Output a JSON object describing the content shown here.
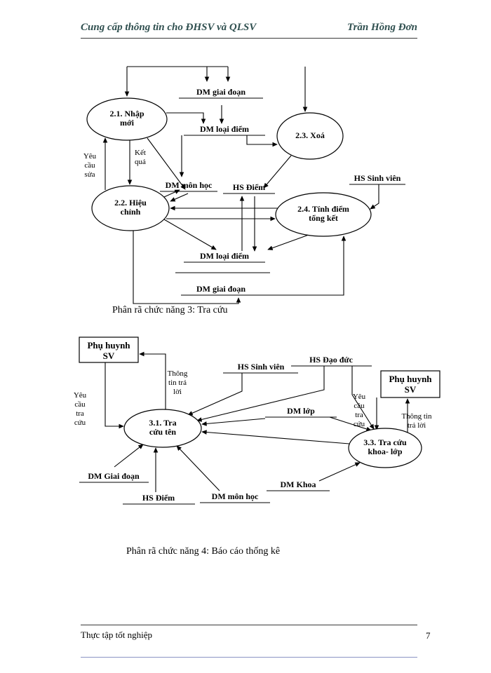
{
  "page": {
    "header_left": "Cung cấp thông tin cho ĐHSV và QLSV",
    "header_right": "Trần Hồng Đơn",
    "footer_left": "Thực tập tốt nghiệp",
    "page_number": "7"
  },
  "diagram1": {
    "caption": "Phân rã chức năng 3: Tra cứu",
    "processes": {
      "nhap_moi": "2.1. Nhập\nmới",
      "xoa": "2.3. Xoá",
      "hieu_chinh": "2.2. Hiệu\nchỉnh",
      "tinh_diem": "2.4. Tính điểm\ntổng kết"
    },
    "stores": {
      "dm_giai_doan_top": "DM giai đoạn",
      "dm_loai_diem_top": "DM loại điểm",
      "dm_mon_hoc": "DM môn học",
      "hs_diem": "HS Điểm",
      "hs_sinh_vien": "HS Sinh viên",
      "dm_loai_diem_bottom": "DM loại điểm",
      "dm_giai_doan_bottom": "DM giai đoạn"
    },
    "flows": {
      "yeu_cau_sua": "Yêu\ncầu\nsửa",
      "ket_qua": "Kết\nquả"
    }
  },
  "diagram2": {
    "caption": "Phân rã chức năng 4: Báo cáo thống kê",
    "entities": {
      "phu_huynh_left": "Phụ huynh\nSV",
      "phu_huynh_right": "Phụ huynh\nSV"
    },
    "processes": {
      "tra_cuu_ten": "3.1. Tra\ncứu tên",
      "tra_cuu_khoa_lop": "3.3. Tra cứu\nkhoa- lớp"
    },
    "stores": {
      "hs_sinh_vien": "HS Sinh viên",
      "hs_dao_duc": "HS Đạo đức",
      "dm_lop": "DM lớp",
      "dm_giai_doan": "DM Giai đoạn",
      "hs_diem": "HS Điểm",
      "dm_mon_hoc": "DM môn học",
      "dm_khoa": "DM Khoa"
    },
    "flows": {
      "yeu_cau_tra_cuu_left": "Yêu\ncầu\ntra\ncứu",
      "thong_tin_tra_loi_left": "Thông\ntin trả\nlời",
      "yeu_cau_tra_cuu_right": "Yêu\ncầu\ntra\ncứu",
      "thong_tin_tra_loi_right": "Thông tin\ntrả lời"
    }
  }
}
